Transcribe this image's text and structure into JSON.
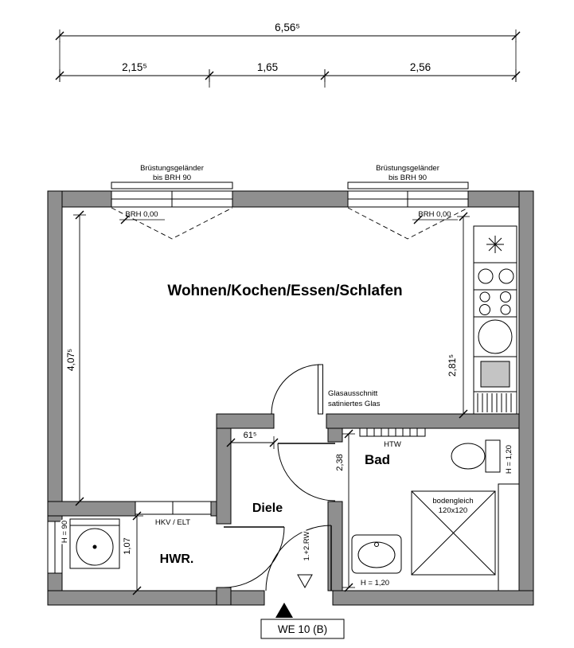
{
  "dims": {
    "total": "6,56⁵",
    "s1": "2,15⁵",
    "s2": "1,65",
    "s3": "2,56",
    "left": "4,07⁵",
    "kitchen": "2,81⁵",
    "bad": "2,38",
    "niche": "61⁵",
    "hwr": "1,07"
  },
  "rooms": {
    "main": "Wohnen/Kochen/Essen/Schlafen",
    "bad": "Bad",
    "diele": "Diele",
    "hwr": "HWR."
  },
  "labels": {
    "railing1": "Brüstungsgeländer",
    "railing2": "bis BRH 90",
    "brh": "BRH 0,00",
    "glass1": "Glasausschnitt",
    "glass2": "satiniertes Glas",
    "htw": "HTW",
    "h120": "H = 1,20",
    "h90": "H = 90",
    "shower1": "bodengleich",
    "shower2": "120x120",
    "hkv": "HKV / ELT",
    "rw": "1.+2.RW",
    "unit": "WE 10 (B)"
  },
  "colors": {
    "wall": "#8f8f8f",
    "line": "#000000",
    "background": "#ffffff"
  }
}
